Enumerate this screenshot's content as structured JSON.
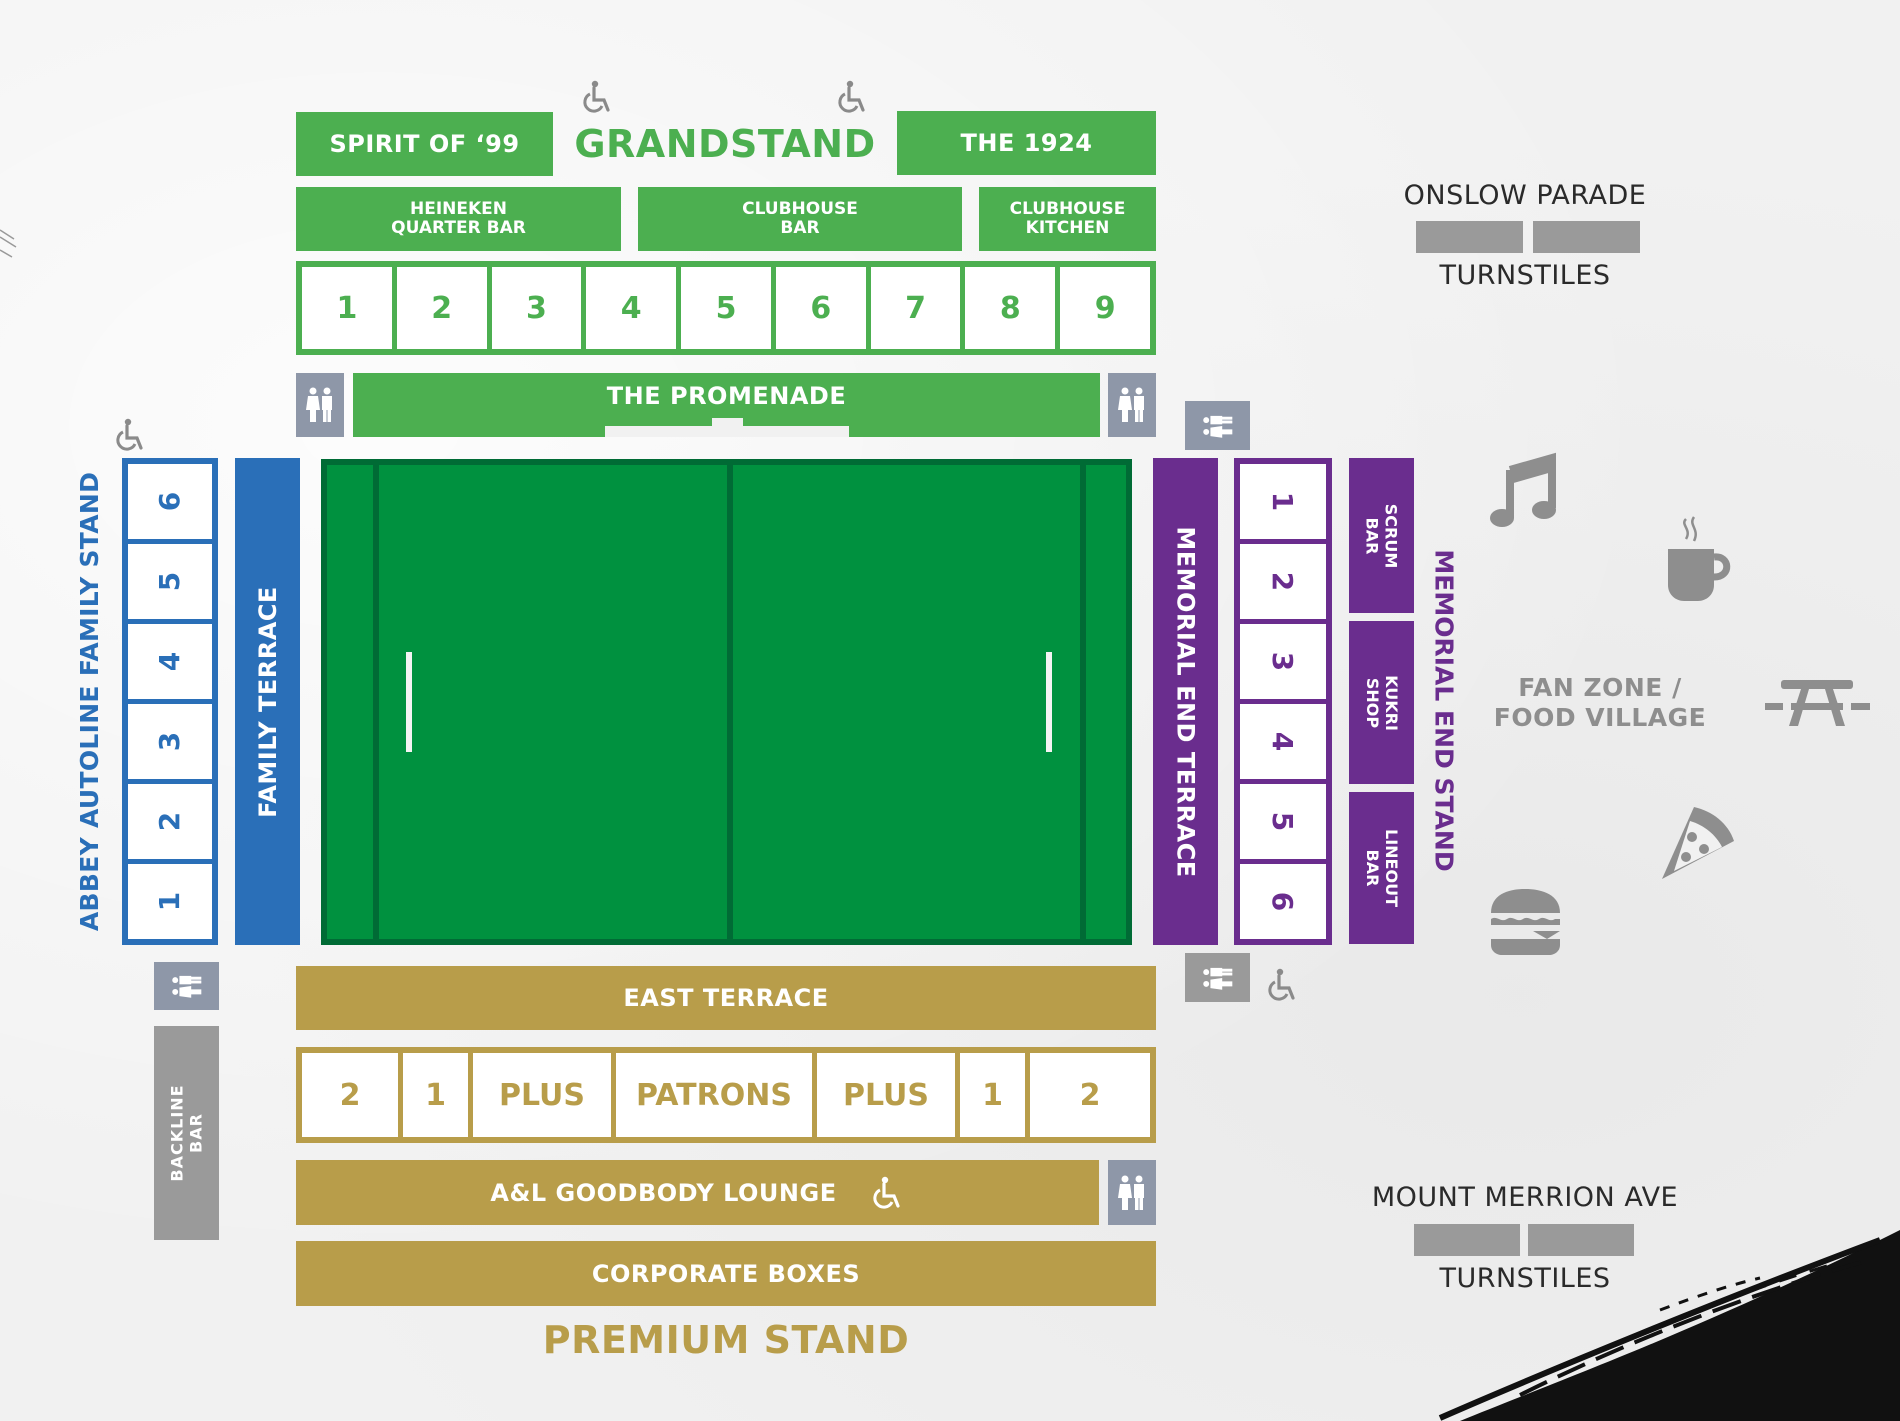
{
  "grandstand": {
    "title": "GRANDSTAND",
    "left_box": "SPIRIT OF ‘99",
    "right_box": "THE 1924",
    "bars": [
      {
        "line1": "HEINEKEN",
        "line2": "QUARTER BAR"
      },
      {
        "line1": "CLUBHOUSE",
        "line2": "BAR"
      },
      {
        "line1": "CLUBHOUSE",
        "line2": "KITCHEN"
      }
    ],
    "sections": [
      "1",
      "2",
      "3",
      "4",
      "5",
      "6",
      "7",
      "8",
      "9"
    ],
    "promenade": "THE PROMENADE"
  },
  "family_stand": {
    "title": "ABBEY AUTOLINE FAMILY STAND",
    "terrace": "FAMILY TERRACE",
    "sections": [
      "6",
      "5",
      "4",
      "3",
      "2",
      "1"
    ],
    "backline_bar": {
      "line1": "BACKLINE",
      "line2": "BAR"
    }
  },
  "memorial_end": {
    "terrace": "MEMORIAL END TERRACE",
    "title": "MEMORIAL END STAND",
    "sections": [
      "1",
      "2",
      "3",
      "4",
      "5",
      "6"
    ],
    "bars": [
      {
        "line1": "SCRUM",
        "line2": "BAR"
      },
      {
        "line1": "KUKRI",
        "line2": "SHOP"
      },
      {
        "line1": "LINEOUT",
        "line2": "BAR"
      }
    ]
  },
  "premium_stand": {
    "title": "PREMIUM STAND",
    "east_terrace": "EAST TERRACE",
    "sections": [
      "2",
      "1",
      "PLUS",
      "PATRONS",
      "PLUS",
      "1",
      "2"
    ],
    "lounge": "A&L GOODBODY LOUNGE",
    "corporate": "CORPORATE BOXES"
  },
  "fan_zone": {
    "line1": "FAN ZONE /",
    "line2": "FOOD VILLAGE"
  },
  "turnstiles": {
    "onslow": {
      "street": "ONSLOW PARADE",
      "label": "TURNSTILES"
    },
    "merrion": {
      "street": "MOUNT MERRION AVE",
      "label": "TURNSTILES"
    }
  },
  "colors": {
    "grandstand": "#4caf50",
    "family": "#2a6fb8",
    "memorial": "#6a2d8e",
    "premium": "#b89d4a",
    "pitch": "#00913f",
    "pitch_lines": "#006b35",
    "facilities": "#8e97a8"
  },
  "icons": [
    "wheelchair-icon",
    "toilet-icon",
    "music-icon",
    "coffee-icon",
    "picnic-table-icon",
    "pizza-icon",
    "burger-icon"
  ]
}
